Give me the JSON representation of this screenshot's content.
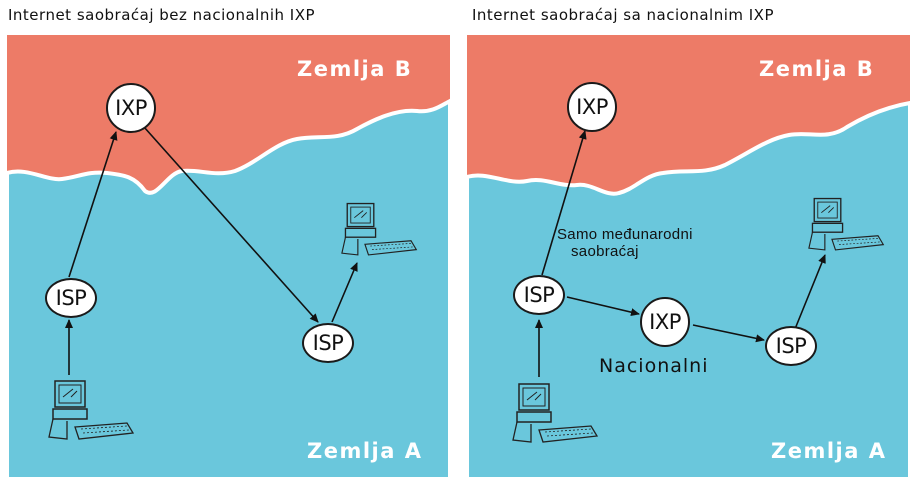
{
  "titles": {
    "left": "Internet saobraćaj bez nacionalnih IXP",
    "right": "Internet saobraćaj sa nacionalnim IXP"
  },
  "countries": {
    "top": "Zemlja B",
    "bottom": "Zemlja A"
  },
  "nodes": {
    "isp": "ISP",
    "ixp": "IXP"
  },
  "labels": {
    "international_only": [
      "Samo međunarodni",
      "saobraćaj"
    ],
    "national": "Nacionalni"
  },
  "colors": {
    "country_b": "#ed7b67",
    "country_a": "#6ac7dc",
    "border": "#ffffff",
    "arrow": "#111111"
  },
  "icons": [
    "computer-icon"
  ]
}
